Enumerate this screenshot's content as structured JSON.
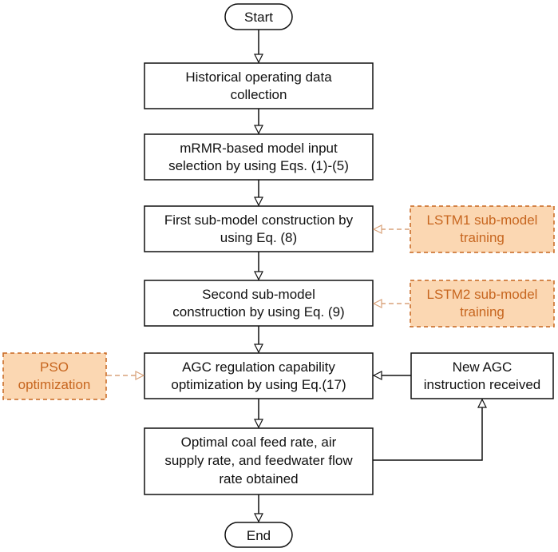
{
  "colors": {
    "box_stroke": "#111111",
    "side_fill": "#fbd7b2",
    "side_stroke": "#c7661f",
    "side_text": "#c7661f",
    "dashed_arrow": "#d9a27a"
  },
  "nodes": {
    "start": "Start",
    "end": "End",
    "step1": [
      "Historical operating data",
      "collection"
    ],
    "step2": [
      "mRMR-based model input",
      "selection by using Eqs. (1)-(5)"
    ],
    "step3": [
      "First sub-model construction by",
      "using Eq. (8)"
    ],
    "step4": [
      "Second sub-model",
      "construction by using Eq. (9)"
    ],
    "step5": [
      "AGC regulation capability",
      "optimization by using Eq.(17)"
    ],
    "step6": [
      "Optimal coal feed rate, air",
      "supply rate, and feedwater flow",
      "rate obtained"
    ],
    "new_instruction": [
      "New AGC",
      "instruction received"
    ]
  },
  "side": {
    "lstm1": [
      "LSTM1 sub-model",
      "training"
    ],
    "lstm2": [
      "LSTM2 sub-model",
      "training"
    ],
    "pso": [
      "PSO",
      "optimization"
    ]
  }
}
